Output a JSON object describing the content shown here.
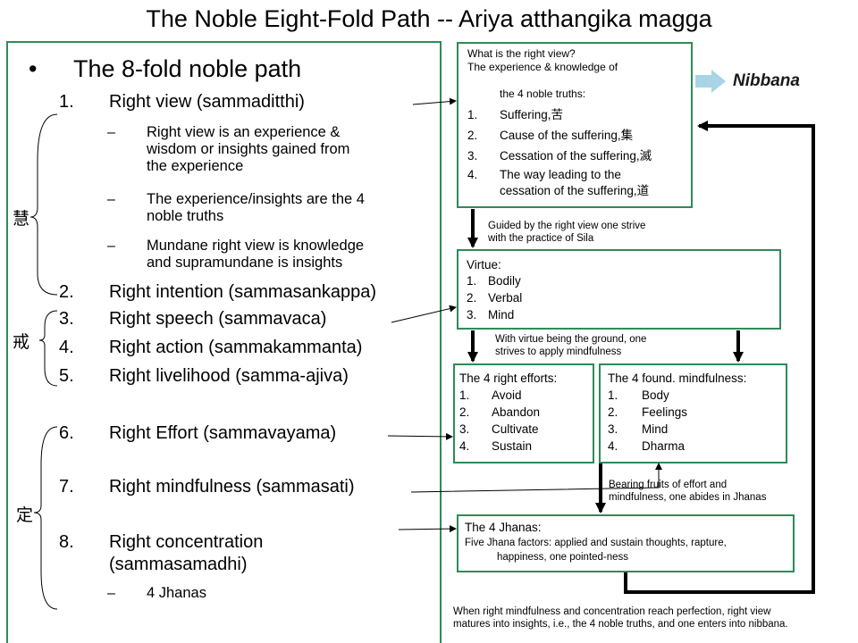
{
  "title": "The Noble Eight-Fold Path -- Ariya atthangika magga",
  "left": {
    "bullet": "•",
    "heading": "The 8-fold noble path",
    "items": [
      {
        "num": "1.",
        "label": "Right view (sammaditthi)"
      },
      {
        "num": "2.",
        "label": "Right intention (sammasankappa)"
      },
      {
        "num": "3.",
        "label": "Right speech (sammavaca)"
      },
      {
        "num": "4.",
        "label": "Right action (sammakammanta)"
      },
      {
        "num": "5.",
        "label": "Right livelihood (samma-ajiva)"
      },
      {
        "num": "6.",
        "label": "Right Effort (sammavayama)"
      },
      {
        "num": "7.",
        "label": "Right mindfulness (sammasati)"
      },
      {
        "num": "8.",
        "label": "Right concentration",
        "label2": "(sammasamadhi)"
      }
    ],
    "subs": [
      {
        "dash": "–",
        "lines": [
          "Right view is an experience &",
          "wisdom or insights gained from",
          "the experience"
        ]
      },
      {
        "dash": "–",
        "lines": [
          "The experience/insights are the 4",
          "noble truths"
        ]
      },
      {
        "dash": "–",
        "lines": [
          "Mundane right view is knowledge",
          "and supramundane is insights"
        ]
      },
      {
        "dash": "–",
        "lines": [
          "4 Jhanas"
        ]
      }
    ],
    "groups": [
      "慧",
      "戒",
      "定"
    ]
  },
  "view_box": {
    "line1": "What is the right view?",
    "line2": "The experience & knowledge of",
    "line3": "the 4 noble truths:",
    "items": [
      {
        "num": "1.",
        "text": "Suffering,苦"
      },
      {
        "num": "2.",
        "text": "Cause of the suffering,集"
      },
      {
        "num": "3.",
        "text": "Cessation of the suffering,滅"
      },
      {
        "num": "4.",
        "text": "The way leading to the",
        "text2": "cessation of the suffering,道"
      }
    ]
  },
  "caption1": [
    "Guided by the right view one strive",
    "with the practice of Sila"
  ],
  "virtue_box": {
    "heading": "Virtue:",
    "items": [
      {
        "num": "1.",
        "text": "Bodily"
      },
      {
        "num": "2.",
        "text": "Verbal"
      },
      {
        "num": "3.",
        "text": "Mind"
      }
    ]
  },
  "caption2": [
    "With virtue being the ground, one",
    "strives to apply mindfulness"
  ],
  "efforts_box": {
    "heading": "The 4 right efforts:",
    "items": [
      {
        "num": "1.",
        "text": "Avoid"
      },
      {
        "num": "2.",
        "text": "Abandon"
      },
      {
        "num": "3.",
        "text": "Cultivate"
      },
      {
        "num": "4.",
        "text": "Sustain"
      }
    ]
  },
  "mind_box": {
    "heading": "The 4 found. mindfulness:",
    "items": [
      {
        "num": "1.",
        "text": "Body"
      },
      {
        "num": "2.",
        "text": "Feelings"
      },
      {
        "num": "3.",
        "text": "Mind"
      },
      {
        "num": "4.",
        "text": "Dharma"
      }
    ]
  },
  "caption3": [
    "Bearing fruits of effort and",
    "mindfulness, one abides in Jhanas"
  ],
  "jhana_box": {
    "heading": "The 4 Jhanas:",
    "line1": "Five Jhana factors: applied and sustain thoughts, rapture,",
    "line2": "happiness, one pointed-ness"
  },
  "footer": [
    "When right mindfulness and concentration reach perfection, right view",
    "matures into insights, i.e., the 4 noble truths, and one enters into nibbana."
  ],
  "nibbana": "Nibbana",
  "colors": {
    "box_border": "#2e8b57",
    "nibbana_arrow": "#a8d4e6"
  }
}
